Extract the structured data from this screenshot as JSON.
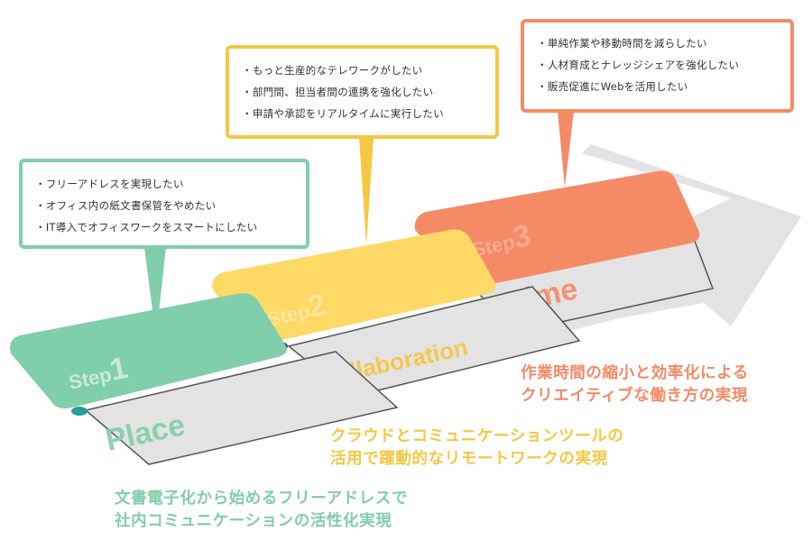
{
  "colors": {
    "step1": "#81ceaa",
    "step2": "#f5c842",
    "step3": "#f58a66",
    "arrow": "#e3e3e3"
  },
  "steps": [
    {
      "step_label": "Step",
      "step_number": "1",
      "keyword": "Place",
      "needs": [
        "フリーアドレスを実現したい",
        "オフィス内の紙文書保管をやめたい",
        "IT導入でオフィスワークをスマートにしたい"
      ],
      "benefit": [
        "文書電子化から始めるフリーアドレスで",
        "社内コミュニケーションの活性化実現"
      ]
    },
    {
      "step_label": "Step",
      "step_number": "2",
      "keyword": "Collaboration",
      "needs": [
        "もっと生産的なテレワークがしたい",
        "部門間、担当者間の連携を強化したい",
        "申請や承認をリアルタイムに実行したい"
      ],
      "benefit": [
        "クラウドとコミュニケーションツールの",
        "活用で躍動的なリモートワークの実現"
      ]
    },
    {
      "step_label": "Step",
      "step_number": "3",
      "keyword": "Time",
      "needs": [
        "単純作業や移動時間を減らしたい",
        "人材育成とナレッジシェアを強化したい",
        "販売促進にWebを活用したい"
      ],
      "benefit": [
        "作業時間の縮小と効率化による",
        "クリエイティブな働き方の実現"
      ]
    }
  ]
}
